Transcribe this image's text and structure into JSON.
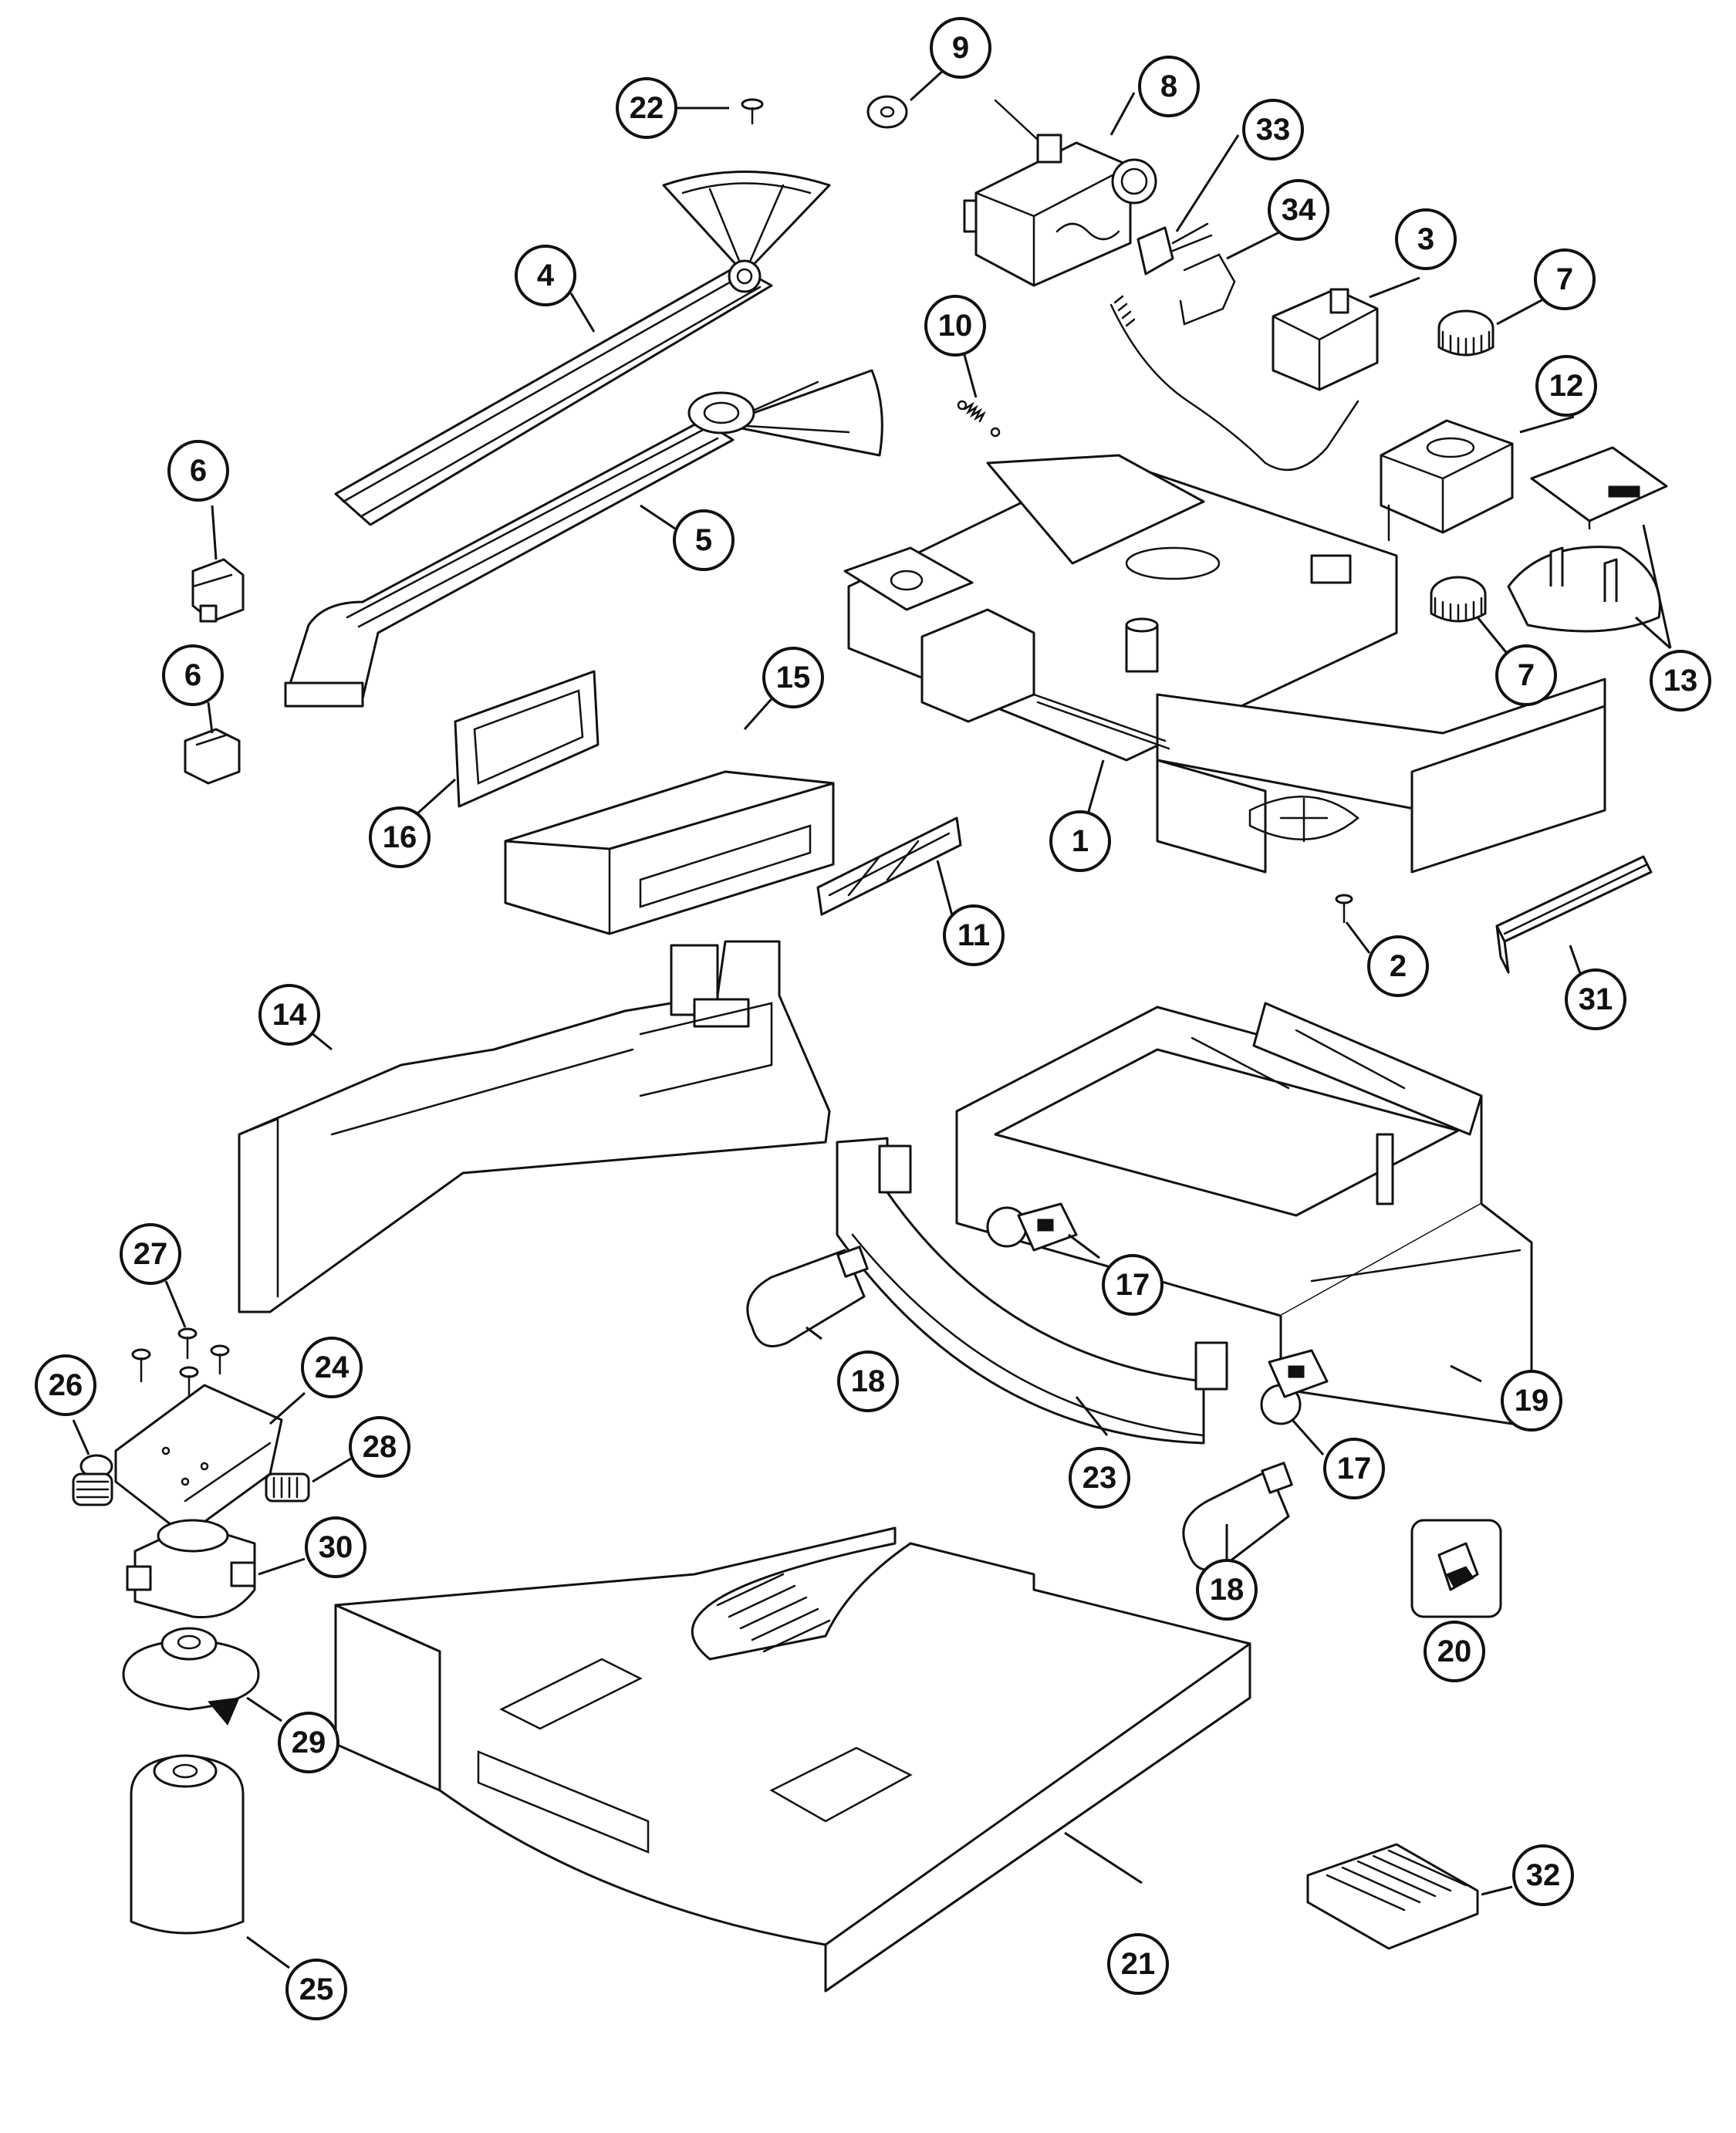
{
  "diagram": {
    "colors": {
      "line": "#111111",
      "background": "#ffffff"
    },
    "callouts": [
      {
        "id": "c1",
        "label": "1"
      },
      {
        "id": "c2",
        "label": "2"
      },
      {
        "id": "c3",
        "label": "3"
      },
      {
        "id": "c4",
        "label": "4"
      },
      {
        "id": "c5",
        "label": "5"
      },
      {
        "id": "c6a",
        "label": "6"
      },
      {
        "id": "c6b",
        "label": "6"
      },
      {
        "id": "c7a",
        "label": "7"
      },
      {
        "id": "c7b",
        "label": "7"
      },
      {
        "id": "c8",
        "label": "8"
      },
      {
        "id": "c9",
        "label": "9"
      },
      {
        "id": "c10",
        "label": "10"
      },
      {
        "id": "c11",
        "label": "11"
      },
      {
        "id": "c12",
        "label": "12"
      },
      {
        "id": "c13",
        "label": "13"
      },
      {
        "id": "c14",
        "label": "14"
      },
      {
        "id": "c15",
        "label": "15"
      },
      {
        "id": "c16",
        "label": "16"
      },
      {
        "id": "c17a",
        "label": "17"
      },
      {
        "id": "c17b",
        "label": "17"
      },
      {
        "id": "c18a",
        "label": "18"
      },
      {
        "id": "c18b",
        "label": "18"
      },
      {
        "id": "c19",
        "label": "19"
      },
      {
        "id": "c20",
        "label": "20"
      },
      {
        "id": "c21",
        "label": "21"
      },
      {
        "id": "c22",
        "label": "22"
      },
      {
        "id": "c23",
        "label": "23"
      },
      {
        "id": "c24",
        "label": "24"
      },
      {
        "id": "c25",
        "label": "25"
      },
      {
        "id": "c26",
        "label": "26"
      },
      {
        "id": "c27",
        "label": "27"
      },
      {
        "id": "c28",
        "label": "28"
      },
      {
        "id": "c29",
        "label": "29"
      },
      {
        "id": "c30",
        "label": "30"
      },
      {
        "id": "c31",
        "label": "31"
      },
      {
        "id": "c32",
        "label": "32"
      },
      {
        "id": "c33",
        "label": "33"
      },
      {
        "id": "c34",
        "label": "34"
      }
    ]
  }
}
